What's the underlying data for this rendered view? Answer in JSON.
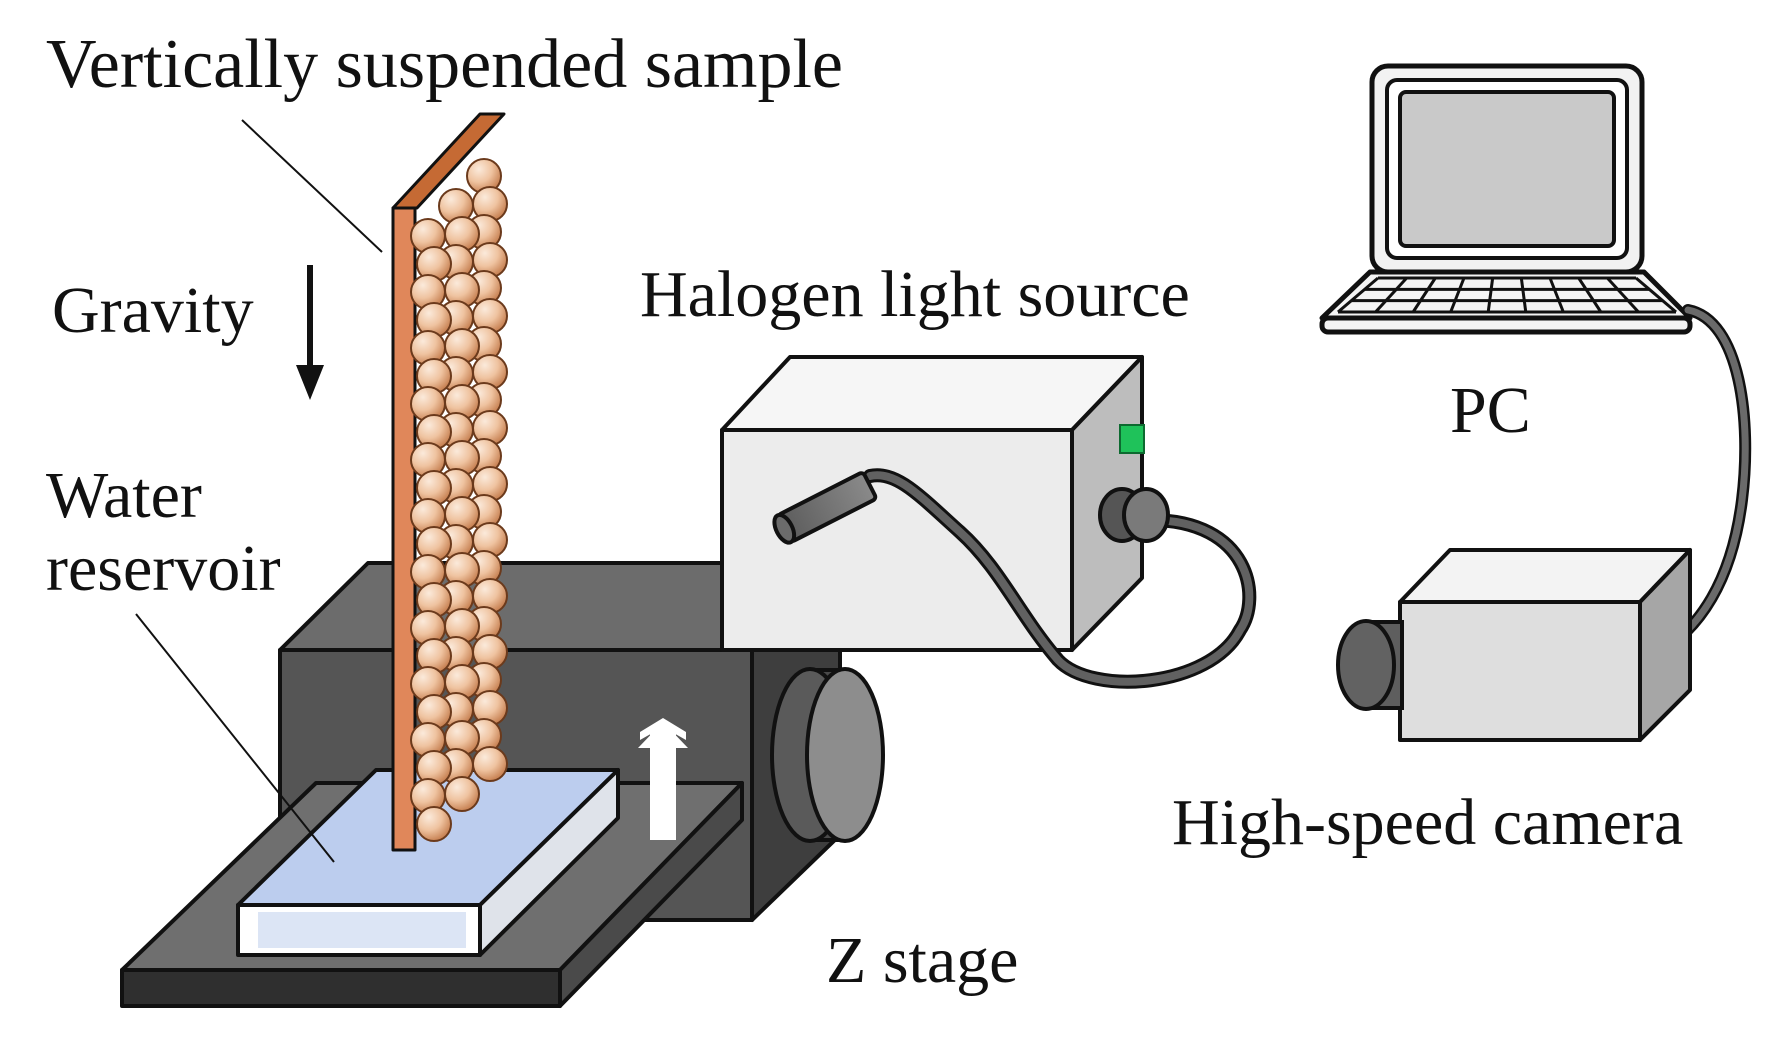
{
  "labels": {
    "sample": "Vertically suspended sample",
    "gravity": "Gravity",
    "water_line1": "Water",
    "water_line2": "reservoir",
    "halogen": "Halogen light source",
    "pc": "PC",
    "camera": "High-speed camera",
    "zstage": "Z stage"
  },
  "colors": {
    "stage_dark": "#5a5a5a",
    "stage_darker": "#3f3f3f",
    "stage_top": "#6e6e6e",
    "copper_front": "#e08a52",
    "copper_side": "#b8602c",
    "bead_light": "#f7dcc4",
    "bead_dark": "#d89a6e",
    "water": "#b9cdef",
    "box_front": "#eeeeee",
    "box_side": "#bdbdbd",
    "box_top": "#f6f6f6",
    "led": "#1fc25a",
    "cable": "#5f5f5f"
  },
  "icons": {
    "gravity_arrow": "arrow-down-icon",
    "lift_arrow": "arrow-up-icon"
  }
}
